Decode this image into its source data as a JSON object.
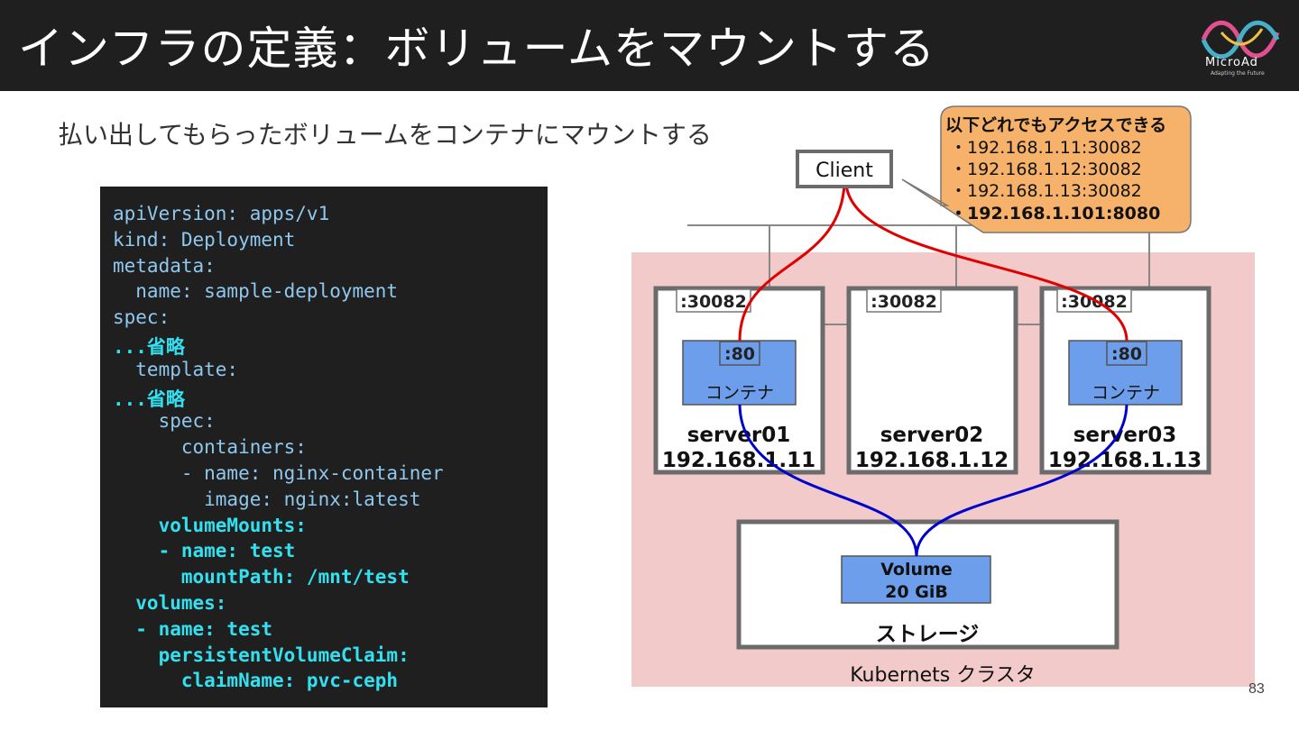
{
  "header": {
    "title": "インフラの定義：ボリュームをマウントする",
    "logo_text": "MicroAd",
    "logo_sub": "Adapting the Future"
  },
  "subtitle": "払い出してもらったボリュームをコンテナにマウントする",
  "code": {
    "lines": [
      {
        "text": "apiVersion: apps/v1",
        "highlight": false
      },
      {
        "text": "kind: Deployment",
        "highlight": false
      },
      {
        "text": "metadata:",
        "highlight": false
      },
      {
        "text": "  name: sample-deployment",
        "highlight": false
      },
      {
        "text": "spec:",
        "highlight": false
      },
      {
        "text": "...省略",
        "highlight": true
      },
      {
        "text": "  template:",
        "highlight": false
      },
      {
        "text": "...省略",
        "highlight": true
      },
      {
        "text": "    spec:",
        "highlight": false
      },
      {
        "text": "      containers:",
        "highlight": false
      },
      {
        "text": "      - name: nginx-container",
        "highlight": false
      },
      {
        "text": "        image: nginx:latest",
        "highlight": false
      },
      {
        "text": "    volumeMounts:",
        "highlight": true
      },
      {
        "text": "    - name: test",
        "highlight": true
      },
      {
        "text": "      mountPath: /mnt/test",
        "highlight": true
      },
      {
        "text": "  volumes:",
        "highlight": true
      },
      {
        "text": "  - name: test",
        "highlight": true
      },
      {
        "text": "    persistentVolumeClaim:",
        "highlight": true
      },
      {
        "text": "      claimName: pvc-ceph",
        "highlight": true
      }
    ]
  },
  "diagram": {
    "client_label": "Client",
    "callout": {
      "title": "以下どれでもアクセスできる",
      "items": [
        {
          "text": "・192.168.1.11:30082",
          "bold": false
        },
        {
          "text": "・192.168.1.12:30082",
          "bold": false
        },
        {
          "text": "・192.168.1.13:30082",
          "bold": false
        },
        {
          "text": "・192.168.1.101:8080",
          "bold": true
        }
      ]
    },
    "servers": [
      {
        "port": ":30082",
        "name": "server01",
        "ip": "192.168.1.11",
        "container_port": ":80",
        "container_label": "コンテナ",
        "has_container": true
      },
      {
        "port": ":30082",
        "name": "server02",
        "ip": "192.168.1.12",
        "container_port": "",
        "container_label": "",
        "has_container": false
      },
      {
        "port": ":30082",
        "name": "server03",
        "ip": "192.168.1.13",
        "container_port": ":80",
        "container_label": "コンテナ",
        "has_container": true
      }
    ],
    "volume": {
      "label": "Volume",
      "size": "20 GiB"
    },
    "storage_label": "ストレージ",
    "cluster_label": "Kubernets クラスタ",
    "colors": {
      "cluster_bg": "#f2caca",
      "container_fill": "#6d9eeb",
      "callout_fill": "#f6b26b",
      "red_line": "#e00000",
      "blue_line": "#0000cc"
    }
  },
  "page_number": "83"
}
